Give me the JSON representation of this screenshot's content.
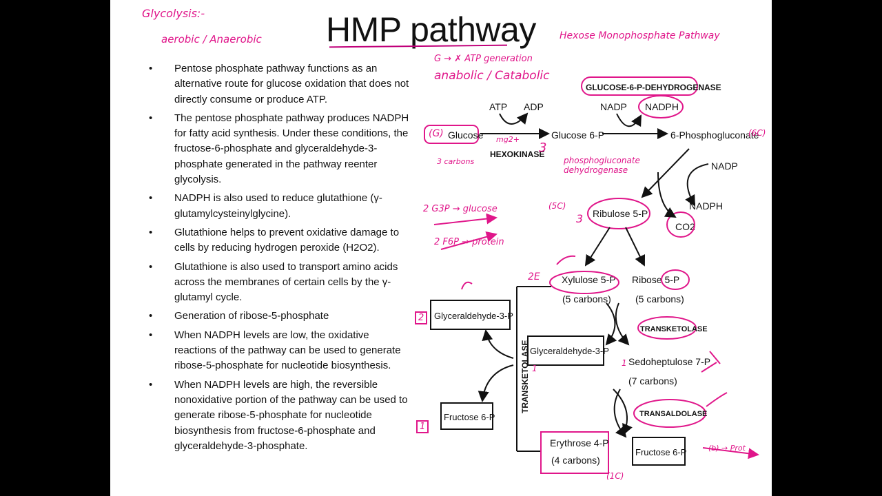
{
  "slide": {
    "title": "HMP pathway",
    "bullets": [
      "Pentose phosphate pathway functions as an alternative route for glucose oxidation that does not directly consume or produce ATP.",
      "The pentose phosphate pathway produces NADPH for fatty acid synthesis. Under these conditions, the fructose-6-phosphate and glyceraldehyde-3-phosphate generated in the pathway reenter glycolysis.",
      "NADPH is also used to reduce glutathione (γ-glutamylcysteinylglycine).",
      "Glutathione helps to prevent oxidative damage to cells by reducing hydrogen peroxide (H2O2).",
      "Glutathione is also used to transport amino acids across the membranes of certain cells by the γ-glutamyl cycle.",
      "Generation of ribose-5-phosphate",
      "When NADPH levels are low, the oxidative reactions of the pathway can be used to generate ribose-5-phosphate for nucleotide biosynthesis.",
      "When NADPH levels are high, the reversible nonoxidative portion of the pathway can be used to generate ribose-5-phosphate for nucleotide biosynthesis from fructose-6-phosphate and glyceraldehyde-3-phosphate."
    ]
  },
  "diagram": {
    "enzymes": {
      "g6pd": "GLUCOSE-6-P-DEHYDROGENASE",
      "hexokinase": "HEXOKINASE",
      "transketolase_vertical": "TRANSKETOLASE",
      "transketolase": "TRANSKETOLASE",
      "transaldolase": "TRANSALDOLASE"
    },
    "cofactors": {
      "atp": "ATP",
      "adp": "ADP",
      "nadp1": "NADP",
      "nadph1": "NADPH",
      "nadp2": "NADP",
      "nadph2": "NADPH",
      "co2": "CO2"
    },
    "metabolites": {
      "glucose": "Glucose",
      "glucose6p": "Glucose 6-P",
      "phosphogluconate": "6-Phosphogluconate",
      "ribulose": "Ribulose 5-P",
      "xylulose": "Xylulose 5-P",
      "xylulose_c": "(5 carbons)",
      "ribose": "Ribose 5-P",
      "ribose_c": "(5 carbons)",
      "gap_left": "Glyceraldehyde-3-P",
      "gap_mid": "Glyceraldehyde-3-P",
      "sedo": "Sedoheptulose 7-P",
      "sedo_c": "(7 carbons)",
      "f6p_left": "Fructose 6-P",
      "erythrose": "Erythrose 4-P",
      "erythrose_c": "(4 carbons)",
      "f6p_right": "Fructose 6-P"
    }
  },
  "annotations": {
    "glycolysis": "Glycolysis:-",
    "aerobic": "aerobic / Anaerobic",
    "hmp_full": "Hexose Monophosphate Pathway",
    "atp_generation": "G → ✗ ATP generation",
    "anabolic": "anabolic / Catabolic",
    "g_mark": "(G)",
    "glucose_carbons": "3 carbons",
    "hexokinase_note": "mg2+",
    "three_a": "3",
    "three_b": "3",
    "gc_mark": "(6C)",
    "pg_dehydrogenase": "phosphogluconate dehydrogenase",
    "gap_note": "2 G3P → glucose",
    "f6p_note": "2 F6P → protein",
    "five_c": "(5C)",
    "two_e": "2E",
    "two_mark": "2",
    "one_mark_a": "1",
    "one_mark_b": "1",
    "one_mark_c": "1",
    "sugar_note": "(b) → Prot",
    "ic_mark": "(1C)"
  }
}
